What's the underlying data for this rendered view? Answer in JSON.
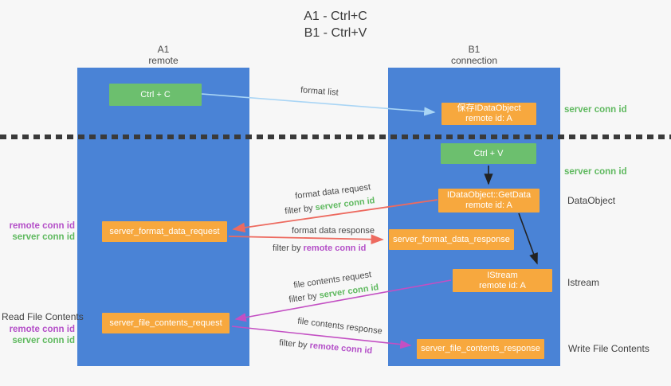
{
  "title": {
    "line1": "A1 - Ctrl+C",
    "line2": "B1 - Ctrl+V"
  },
  "columns": {
    "left": {
      "name": "A1",
      "role": "remote"
    },
    "right": {
      "name": "B1",
      "role": "connection"
    }
  },
  "boxes": {
    "ctrl_c": {
      "label": "Ctrl + C"
    },
    "save_idataobject": {
      "line1": "保存IDataObject",
      "line2": "remote id: A"
    },
    "ctrl_v": {
      "label": "Ctrl + V"
    },
    "getdata": {
      "line1": "IDataObject::GetData",
      "line2": "remote id: A"
    },
    "format_request": {
      "label": "server_format_data_request"
    },
    "format_response": {
      "label": "server_format_data_response"
    },
    "istream": {
      "line1": "IStream",
      "line2": "remote id: A"
    },
    "file_request": {
      "label": "server_file_contents_request"
    },
    "file_response": {
      "label": "server_file_contents_response"
    }
  },
  "right_labels": {
    "server_conn_id_1": "server conn id",
    "server_conn_id_2": "server conn id",
    "dataobject": "DataObject",
    "istream": "Istream",
    "write_file_contents": "Write File Contents"
  },
  "left_labels": {
    "remote_conn_id_1": "remote conn id",
    "server_conn_id_1": "server conn id",
    "read_file_contents": "Read File Contents",
    "remote_conn_id_2": "remote conn id",
    "server_conn_id_2": "server conn id"
  },
  "arrow_labels": {
    "format_list": "format list",
    "format_data_request": "format data request",
    "filter_by_server_1": {
      "prefix": "filter by ",
      "value": "server conn id"
    },
    "format_data_response": "format data response",
    "filter_by_remote_1": {
      "prefix": "filter by ",
      "value": "remote conn id"
    },
    "file_contents_request": "file contents request",
    "filter_by_server_2": {
      "prefix": "filter by ",
      "value": "server conn id"
    },
    "file_contents_response": "file contents response",
    "filter_by_remote_2": {
      "prefix": "filter by ",
      "value": "remote conn id"
    }
  },
  "colors": {
    "column_blue": "#4a83d6",
    "box_green": "#6cbf6e",
    "box_orange": "#f7a83e",
    "arrow_red": "#ed6a5f",
    "arrow_magenta": "#c34fc3",
    "arrow_light_blue": "#a9d5f5",
    "arrow_black": "#222222",
    "text_green": "#5fb95f",
    "text_purple": "#b44fc8",
    "text_dark": "#3f3f3f",
    "background": "#f7f7f7"
  }
}
